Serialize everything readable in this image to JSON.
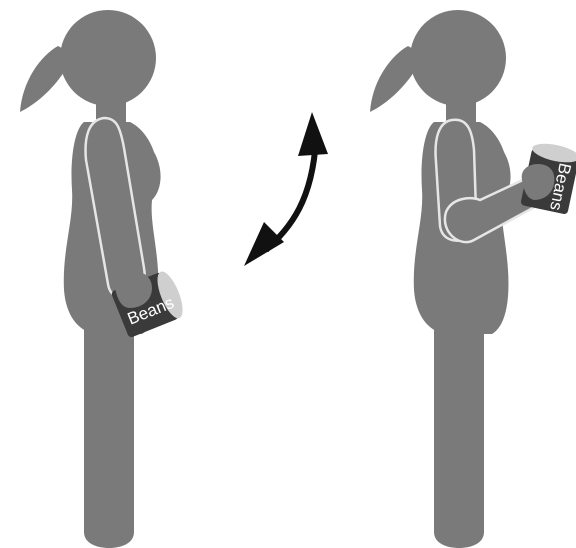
{
  "colors": {
    "figure": "#7a7a7a",
    "arm_outline": "#e6e6e6",
    "can_body": "#3a3a3a",
    "can_top": "#cfcfcf",
    "arrow": "#111111",
    "background": "#ffffff"
  },
  "figures": [
    {
      "pose": "arm-down",
      "can_label": "Beans"
    },
    {
      "pose": "arm-raised",
      "can_label": "Beans"
    }
  ],
  "arrow": {
    "icon": "double-headed-curved-arrow"
  }
}
